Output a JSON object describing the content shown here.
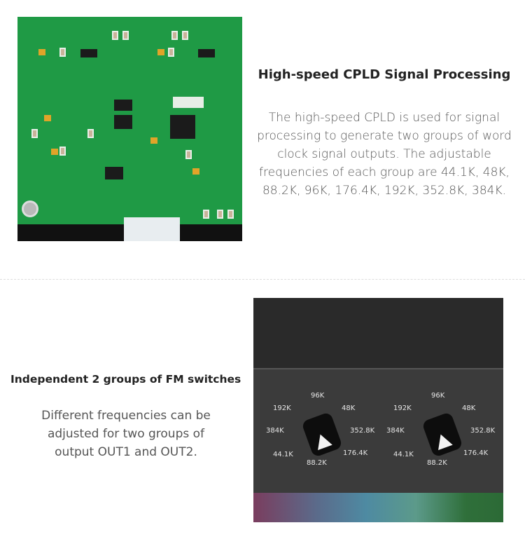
{
  "section1": {
    "title": "High-speed CPLD Signal Processing",
    "lines": [
      "The high-speed CPLD is used for signal",
      "processing to generate two groups of word",
      "clock signal outputs. The adjustable",
      "frequencies of each group are 44.1K, 48K,",
      "88.2K, 96K, 176.4K, 192K, 352.8K, 384K."
    ]
  },
  "section2": {
    "title": "Independent 2 groups of FM switches",
    "lines": [
      "Different frequencies can be",
      "adjusted for two groups of",
      "output OUT1 and OUT2."
    ]
  },
  "knob_labels": {
    "k96": "96K",
    "k192": "192K",
    "k48": "48K",
    "k384": "384K",
    "k3528": "352.8K",
    "k441": "44.1K",
    "k1764": "176.4K",
    "k882": "88.2K"
  }
}
